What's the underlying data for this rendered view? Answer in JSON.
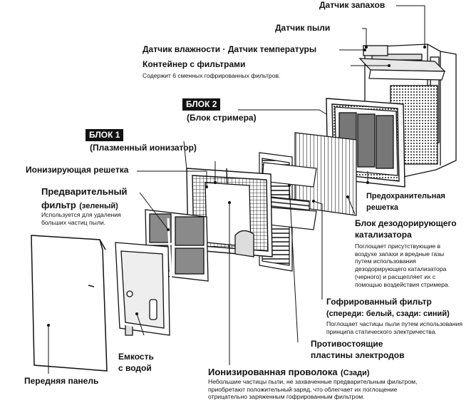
{
  "labels": {
    "odor_sensor": "Датчик запахов",
    "dust_sensor": "Датчик пыли",
    "humidity_temp_sensor": "Датчик влажности · Датчик температуры",
    "filter_container": "Контейнер с фильтрами",
    "filter_container_note": "Содержит 6 сменных гофрированных фильтров.",
    "block2": "БЛОК 2",
    "block2_sub": "(Блок стримера)",
    "block1": "БЛОК 1",
    "block1_sub": "(Плазменный ионизатор)",
    "ionizing_grid": "Ионизирующая решетка",
    "prefilter_line1": "Предварительный",
    "prefilter_line2": "фильтр",
    "prefilter_green": "(зеленый)",
    "prefilter_note": "Используется для удаления\nбольших частиц пыли.",
    "safety_grid_line1": "Предохранительная",
    "safety_grid_line2": "решетка",
    "deodor_line1": "Блок дезодорирующего",
    "deodor_line2": "катализатора",
    "deodor_note": "Поглощает присутствующие в\nвоздухе запахи и вредные газы\nпутем использования\nдезодорирующего катализатора\n(черного) и расщепляет их с\nпомощью воздействия стримера.",
    "pleated_filter": "Гофрированный фильтр",
    "pleated_filter_sub": "(спереди: белый, сзади: синий)",
    "pleated_note": "Поглощает частицы пыли путем использования\nпринципа статического электричества.",
    "electrodes_line1": "Противостоящие",
    "electrodes_line2": "пластины электродов",
    "water_line1": "Емкость",
    "water_line2": "с водой",
    "front_panel": "Передняя панель",
    "ion_wire": "Ионизированная проволока",
    "ion_wire_sub": "(Сзади)",
    "ion_wire_note": "Небольшие частицы пыли, не захваченные предварительным фильтром,\nприобретают положительный заряд, что облегчает их поглощение\nотрицательно заряженным гофрированным фильтром."
  },
  "colors": {
    "ink": "#111111",
    "background": "#ffffff",
    "filter_gray": "#8a8a8a",
    "block_label_bg": "#111111"
  }
}
